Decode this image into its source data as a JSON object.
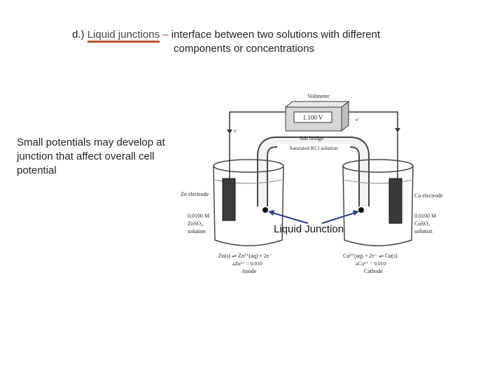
{
  "heading": {
    "prefix": "d.) ",
    "term": "Liquid junctions",
    "dash": " – ",
    "line1": "interface between two solutions with different",
    "line2": "components or concentrations"
  },
  "side_note": "Small potentials may develop at junction that affect overall cell potential",
  "callout": "Liquid Junction",
  "figure": {
    "voltmeter_title": "Voltmeter",
    "voltmeter_reading": "1.100 V",
    "electron_left": "e⁻",
    "electron_right": "e⁻",
    "salt_bridge": "Salt bridge",
    "salt_bridge_solution": "Saturated KCl solution",
    "anode_electrode": "Zn electrode",
    "cathode_electrode": "Cu electrode",
    "left_conc": "0.0100 M",
    "left_salt": "ZnSO₄",
    "left_solution": "solution",
    "right_conc": "0.0100 M",
    "right_salt": "CuSO₄",
    "right_solution": "solution",
    "anode_reaction": "Zn(s) ⇌ Zn²⁺(aq) + 2e⁻",
    "anode_activity": "aZn²⁺ = 0.010",
    "anode_label": "Anode",
    "cathode_reaction": "Cu²⁺(aq) + 2e⁻ ⇌ Cu(s)",
    "cathode_activity": "aCu²⁺ = 0.010",
    "cathode_label": "Cathode"
  },
  "colors": {
    "underline": "#b8522a",
    "arrow": "#2c3e8c"
  }
}
